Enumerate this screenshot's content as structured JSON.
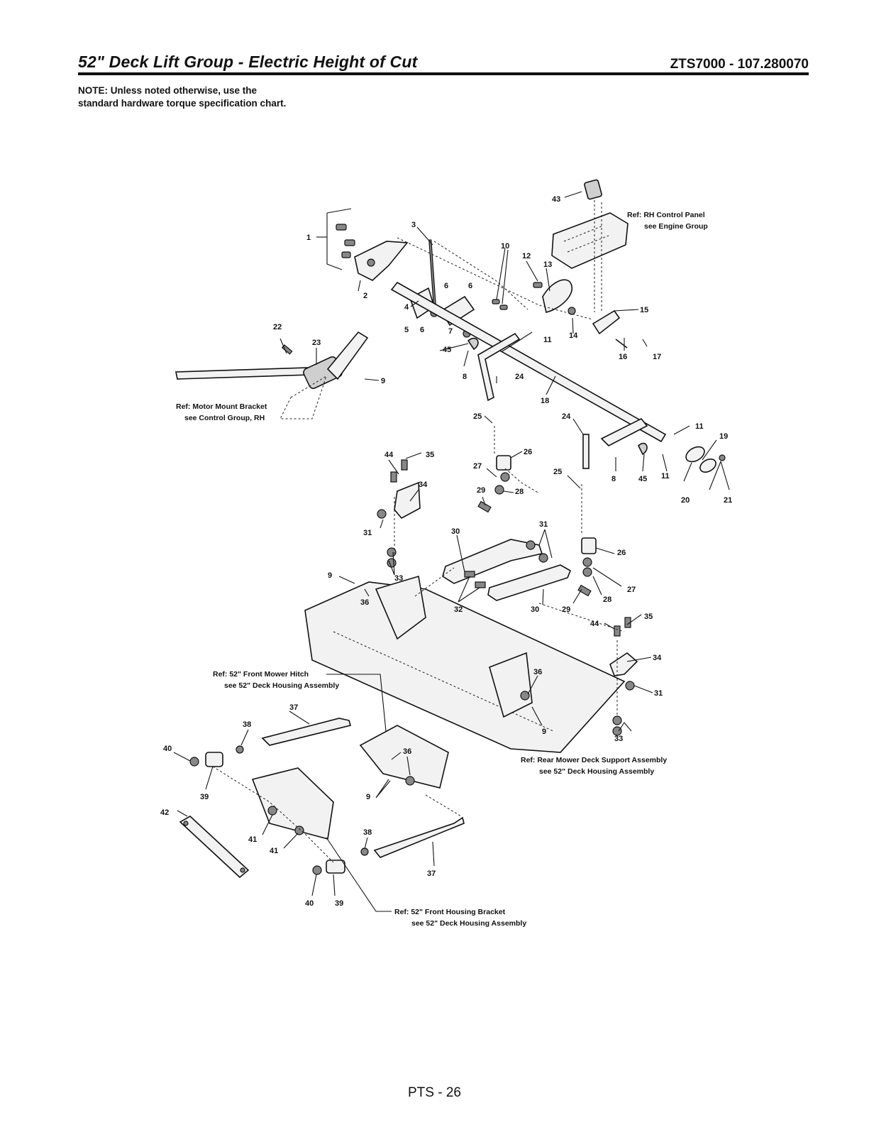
{
  "header": {
    "title": "52\" Deck Lift Group - Electric Height of Cut",
    "model": "ZTS7000 - 107.280070"
  },
  "note": "NOTE: Unless noted otherwise, use the standard hardware torque specification chart.",
  "references": {
    "rh_control_panel": {
      "line1": "Ref: RH Control Panel",
      "line2": "see Engine Group"
    },
    "motor_mount": {
      "line1": "Ref: Motor Mount Bracket",
      "line2": "see Control Group, RH"
    },
    "front_mower_hitch": {
      "line1": "Ref: 52\" Front Mower Hitch",
      "line2": "see 52\" Deck Housing Assembly"
    },
    "rear_deck_support": {
      "line1": "Ref: Rear Mower Deck Support Assembly",
      "line2": "see 52\" Deck Housing Assembly"
    },
    "front_housing_bracket": {
      "line1": "Ref: 52\" Front Housing Bracket",
      "line2": "see 52\" Deck Housing Assembly"
    }
  },
  "callouts": [
    "1",
    "2",
    "3",
    "4",
    "5",
    "6",
    "6",
    "6",
    "7",
    "8",
    "8",
    "9",
    "9",
    "9",
    "9",
    "10",
    "11",
    "11",
    "11",
    "12",
    "13",
    "14",
    "15",
    "16",
    "17",
    "18",
    "19",
    "20",
    "21",
    "22",
    "23",
    "24",
    "24",
    "25",
    "25",
    "26",
    "26",
    "27",
    "27",
    "28",
    "28",
    "29",
    "29",
    "30",
    "30",
    "31",
    "31",
    "31",
    "32",
    "33",
    "33",
    "34",
    "34",
    "35",
    "35",
    "36",
    "36",
    "36",
    "37",
    "37",
    "38",
    "38",
    "39",
    "39",
    "40",
    "40",
    "41",
    "41",
    "42",
    "43",
    "44",
    "44",
    "45",
    "45"
  ],
  "footer": {
    "page": "PTS - 26"
  }
}
